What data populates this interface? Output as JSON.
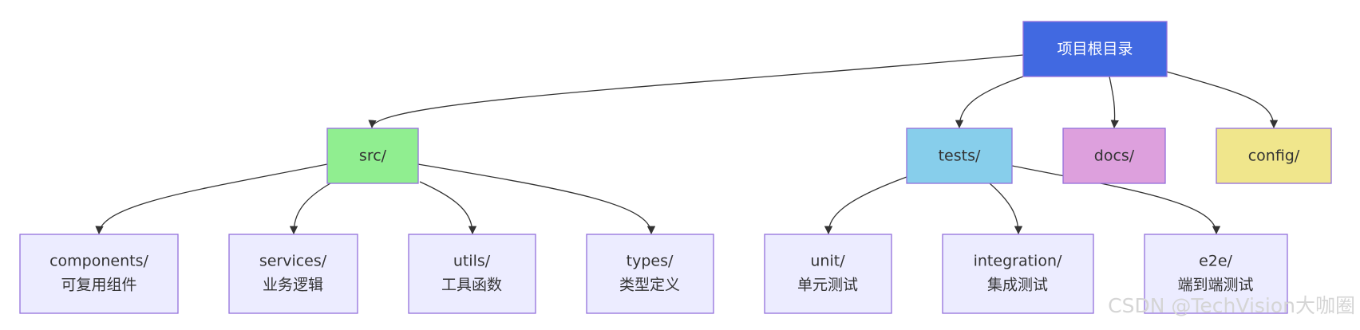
{
  "diagram": {
    "type": "tree",
    "root": {
      "label": "项目根目录",
      "color": "#4169E1"
    },
    "level1": [
      {
        "id": "src",
        "label": "src/",
        "color": "#90EE90"
      },
      {
        "id": "tests",
        "label": "tests/",
        "color": "#87CEEB"
      },
      {
        "id": "docs",
        "label": "docs/",
        "color": "#DDA0DD"
      },
      {
        "id": "config",
        "label": "config/",
        "color": "#F0E68C"
      }
    ],
    "level2": [
      {
        "id": "components",
        "parent": "src",
        "line1": "components/",
        "line2": "可复用组件"
      },
      {
        "id": "services",
        "parent": "src",
        "line1": "services/",
        "line2": "业务逻辑"
      },
      {
        "id": "utils",
        "parent": "src",
        "line1": "utils/",
        "line2": "工具函数"
      },
      {
        "id": "types",
        "parent": "src",
        "line1": "types/",
        "line2": "类型定义"
      },
      {
        "id": "unit",
        "parent": "tests",
        "line1": "unit/",
        "line2": "单元测试"
      },
      {
        "id": "integration",
        "parent": "tests",
        "line1": "integration/",
        "line2": "集成测试"
      },
      {
        "id": "e2e",
        "parent": "tests",
        "line1": "e2e/",
        "line2": "端到端测试"
      }
    ],
    "leaf_color": "#ECECFF",
    "border_color": "#9370DB"
  },
  "watermark": "CSDN @TechVision大咖圈"
}
